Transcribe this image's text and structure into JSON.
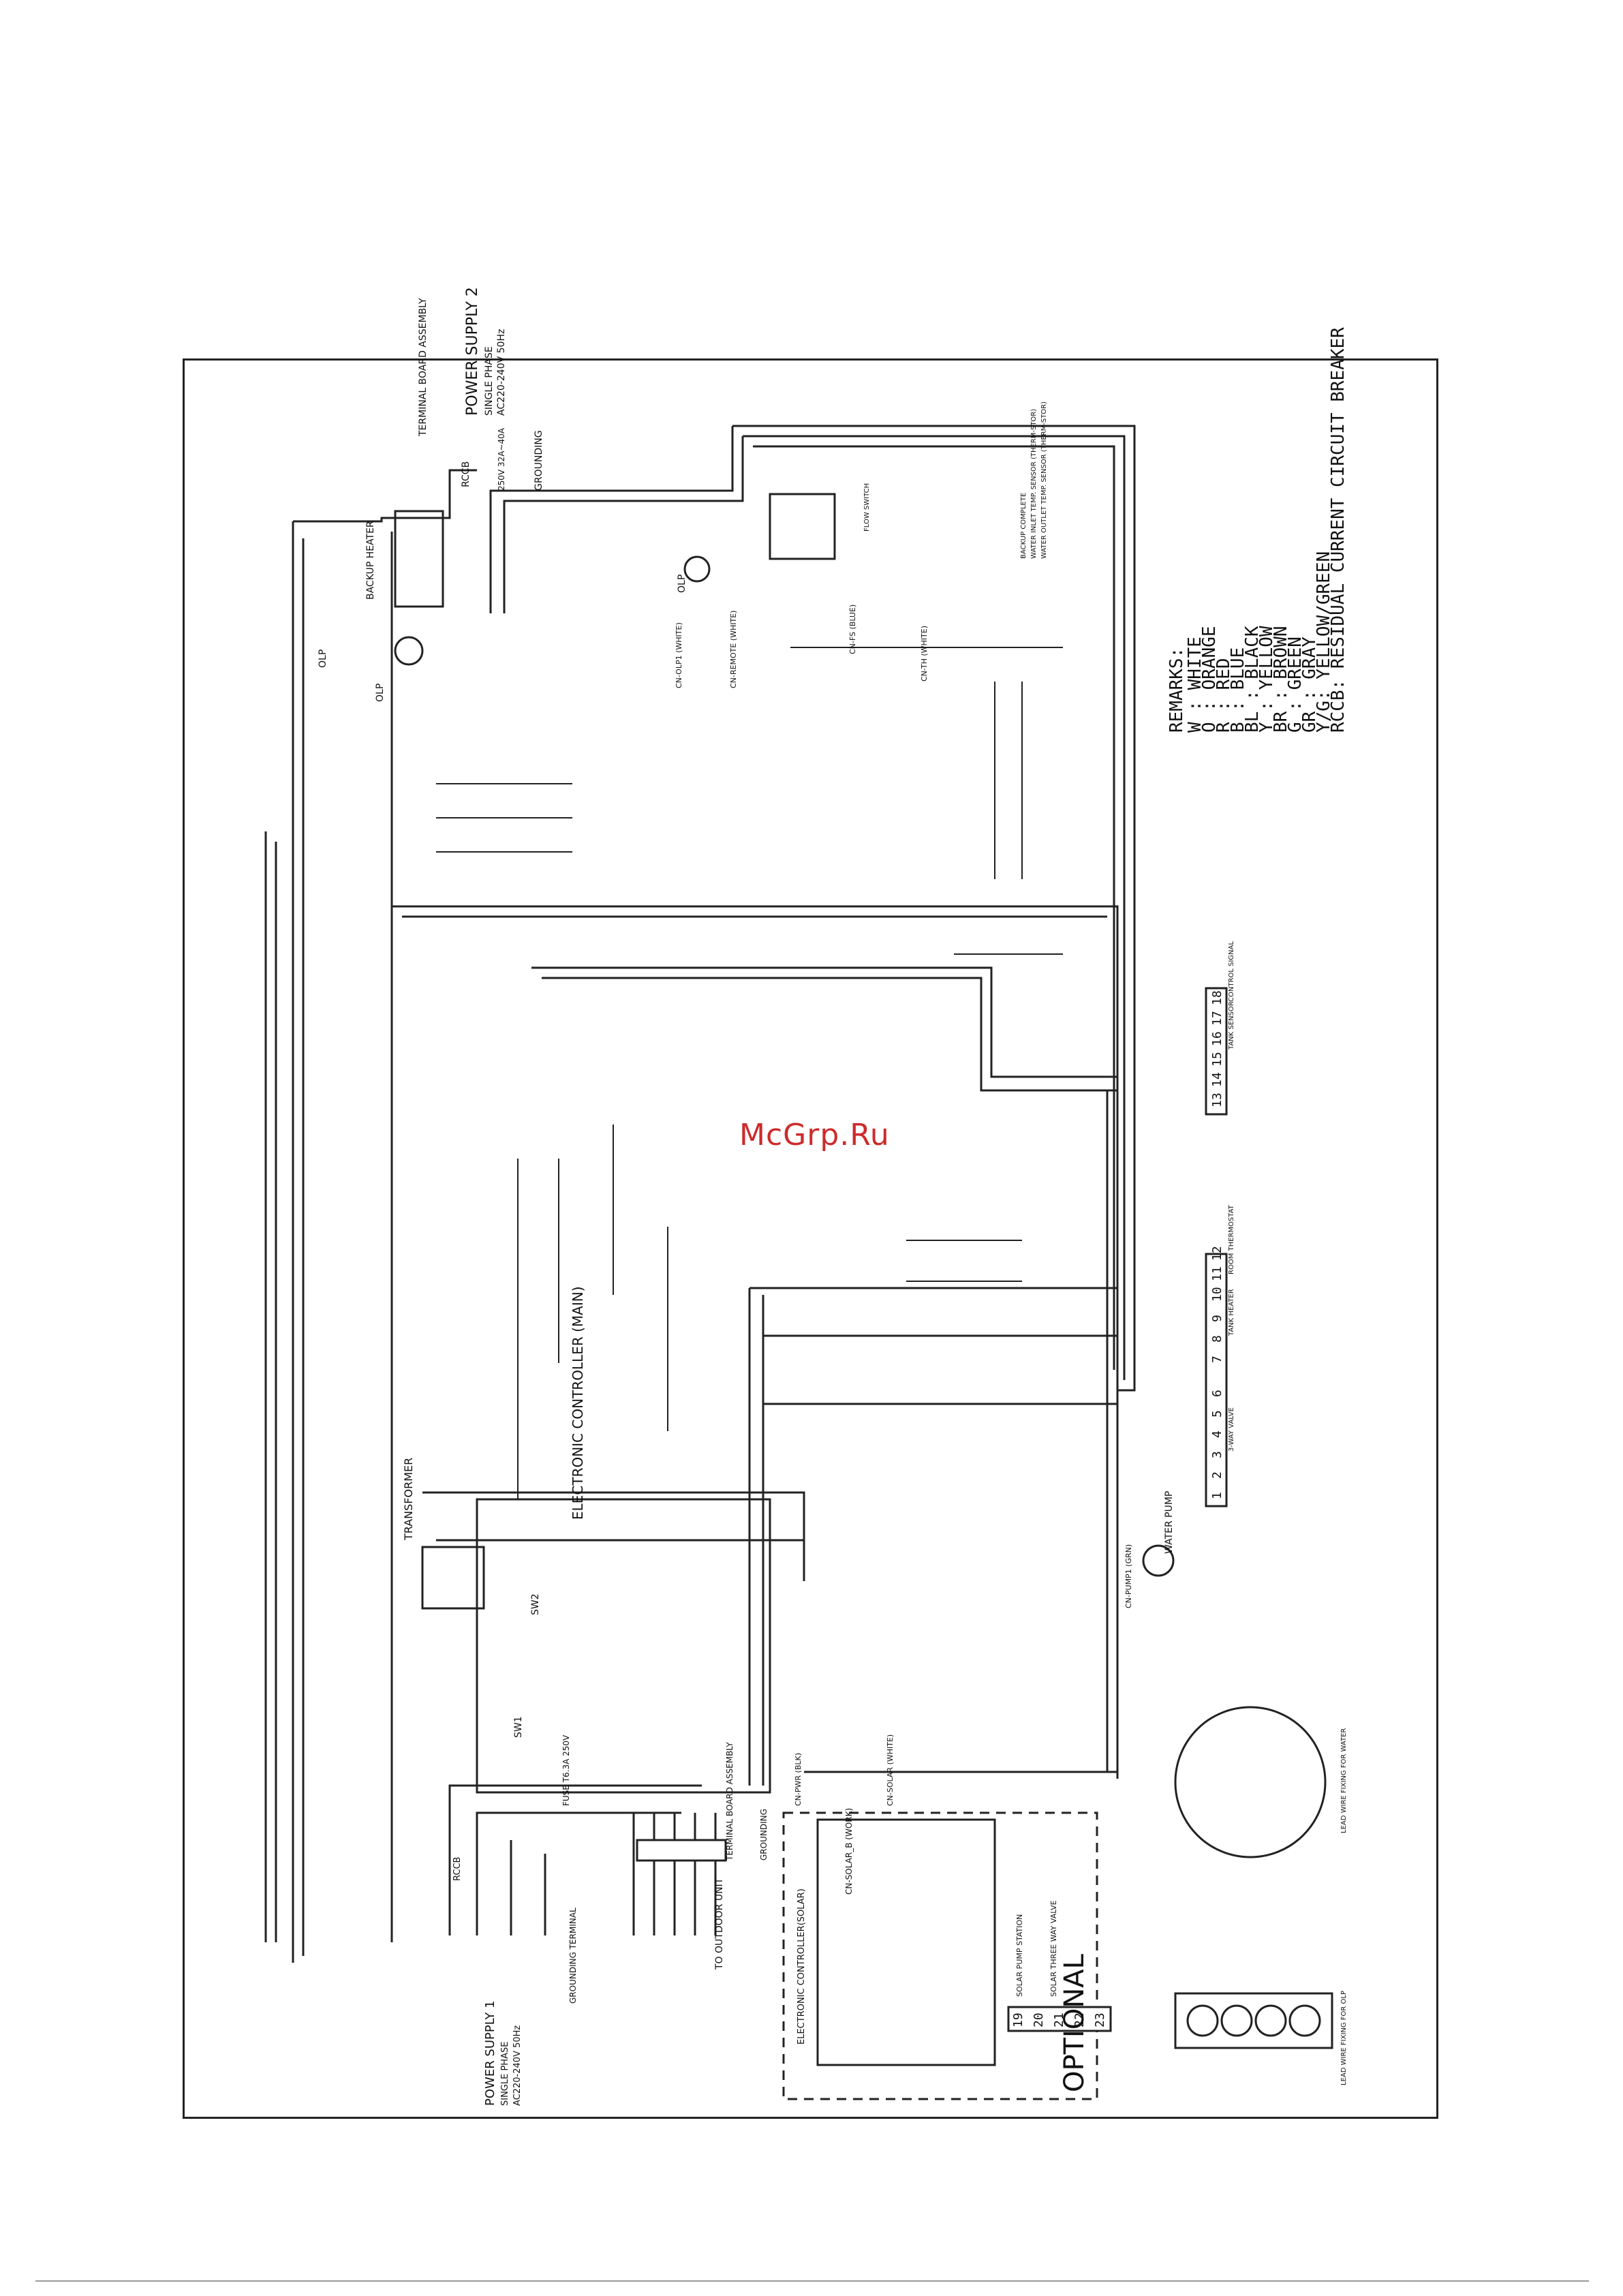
{
  "watermark": "McGrp.Ru",
  "power_supply_2": {
    "title": "POWER SUPPLY 2",
    "spec_1": "SINGLE PHASE",
    "spec_2": "AC220-240V 50Hz",
    "grounding": "GROUNDING",
    "rccb_label": "RCCB",
    "rccb_spec": "250V 32A~40A"
  },
  "power_supply_1": {
    "title": "POWER SUPPLY 1",
    "spec_1": "SINGLE PHASE",
    "spec_2": "AC220-240V 50Hz",
    "rccb_label": "RCCB",
    "grounding": "GROUNDING TERMINAL"
  },
  "components": {
    "backup_heater": "BACKUP HEATER",
    "olp_1": "OLP",
    "olp_2": "OLP",
    "olp_3": "OLP",
    "terminal_board_top": "TERMINAL BOARD ASSEMBLY",
    "transformer": "TRANSFORMER",
    "electronic_controller": "ELECTRONIC CONTROLLER (MAIN)",
    "water_pump": "WATER PUMP",
    "sw1": "SW1",
    "sw2": "SW2",
    "fuse": "FUSE T6.3A 250V",
    "to_outdoor": "TO OUTDOOR UNIT",
    "terminal_board_bottom": "TERMINAL BOARD ASSEMBLY",
    "grounding_bottom": "GROUNDING",
    "cn_remote": "CN-REMOTE (WHITE)",
    "cn_olp": "CN-OLP1 (WHITE)",
    "cn_pump": "CN-PUMP1 (GRN)",
    "cn_pwr": "CN-PWR (BLK)",
    "cn_solar": "CN-SOLAR (WHITE)",
    "cn_th": "CN-TH (WHITE)",
    "cn_fs": "CN-FS (BLUE)",
    "sensor_1": "WATER OUTLET TEMP. SENSOR (THERM-STOR)",
    "sensor_2": "WATER INLET TEMP. SENSOR (THERM-STOR)",
    "sensor_3": "BACKUP COMPLETE",
    "flow_switch": "FLOW SWITCH",
    "tank_heater": "TANK HEATER",
    "three_way_valve": "3-WAY VALVE",
    "room_thermostat": "ROOM THERMOSTAT",
    "tank_sensor": "TANK SENSOR",
    "ctrl_signal": "CONTROL SIGNAL",
    "electronic_controller_solar": "ELECTRONIC CONTROLLER(SOLAR)",
    "solar_pump": "SOLAR PUMP STATION",
    "solar_three_way": "SOLAR THREE WAY VALVE",
    "cn_solar_b": "CN-SOLAR_B (WORK)",
    "optional": "OPTIONAL",
    "lead_wire_tube": "LEAD WIRE FIXING FOR WATER",
    "lead_wire_olp": "LEAD WIRE FIXING FOR OLP"
  },
  "terminal_numbers_right_1": [
    "1",
    "2",
    "3",
    "4",
    "5",
    "6",
    "7",
    "8",
    "9",
    "10",
    "11",
    "12"
  ],
  "terminal_numbers_right_2": [
    "13",
    "14",
    "15",
    "16",
    "17",
    "18"
  ],
  "terminal_numbers_bottom": [
    "19",
    "20",
    "21",
    "22",
    "23"
  ],
  "remarks": {
    "title": "REMARKS:",
    "items": [
      "W : WHITE",
      "O : ORANGE",
      "R : RED",
      "B : BLUE",
      "BL : BLACK",
      "Y : YELLOW",
      "BR : BROWN",
      "G : GREEN",
      "GR : GRAY",
      "Y/G: YELLOW/GREEN",
      "RCCB: RESIDUAL CURRENT CIRCUIT BREAKER"
    ]
  }
}
